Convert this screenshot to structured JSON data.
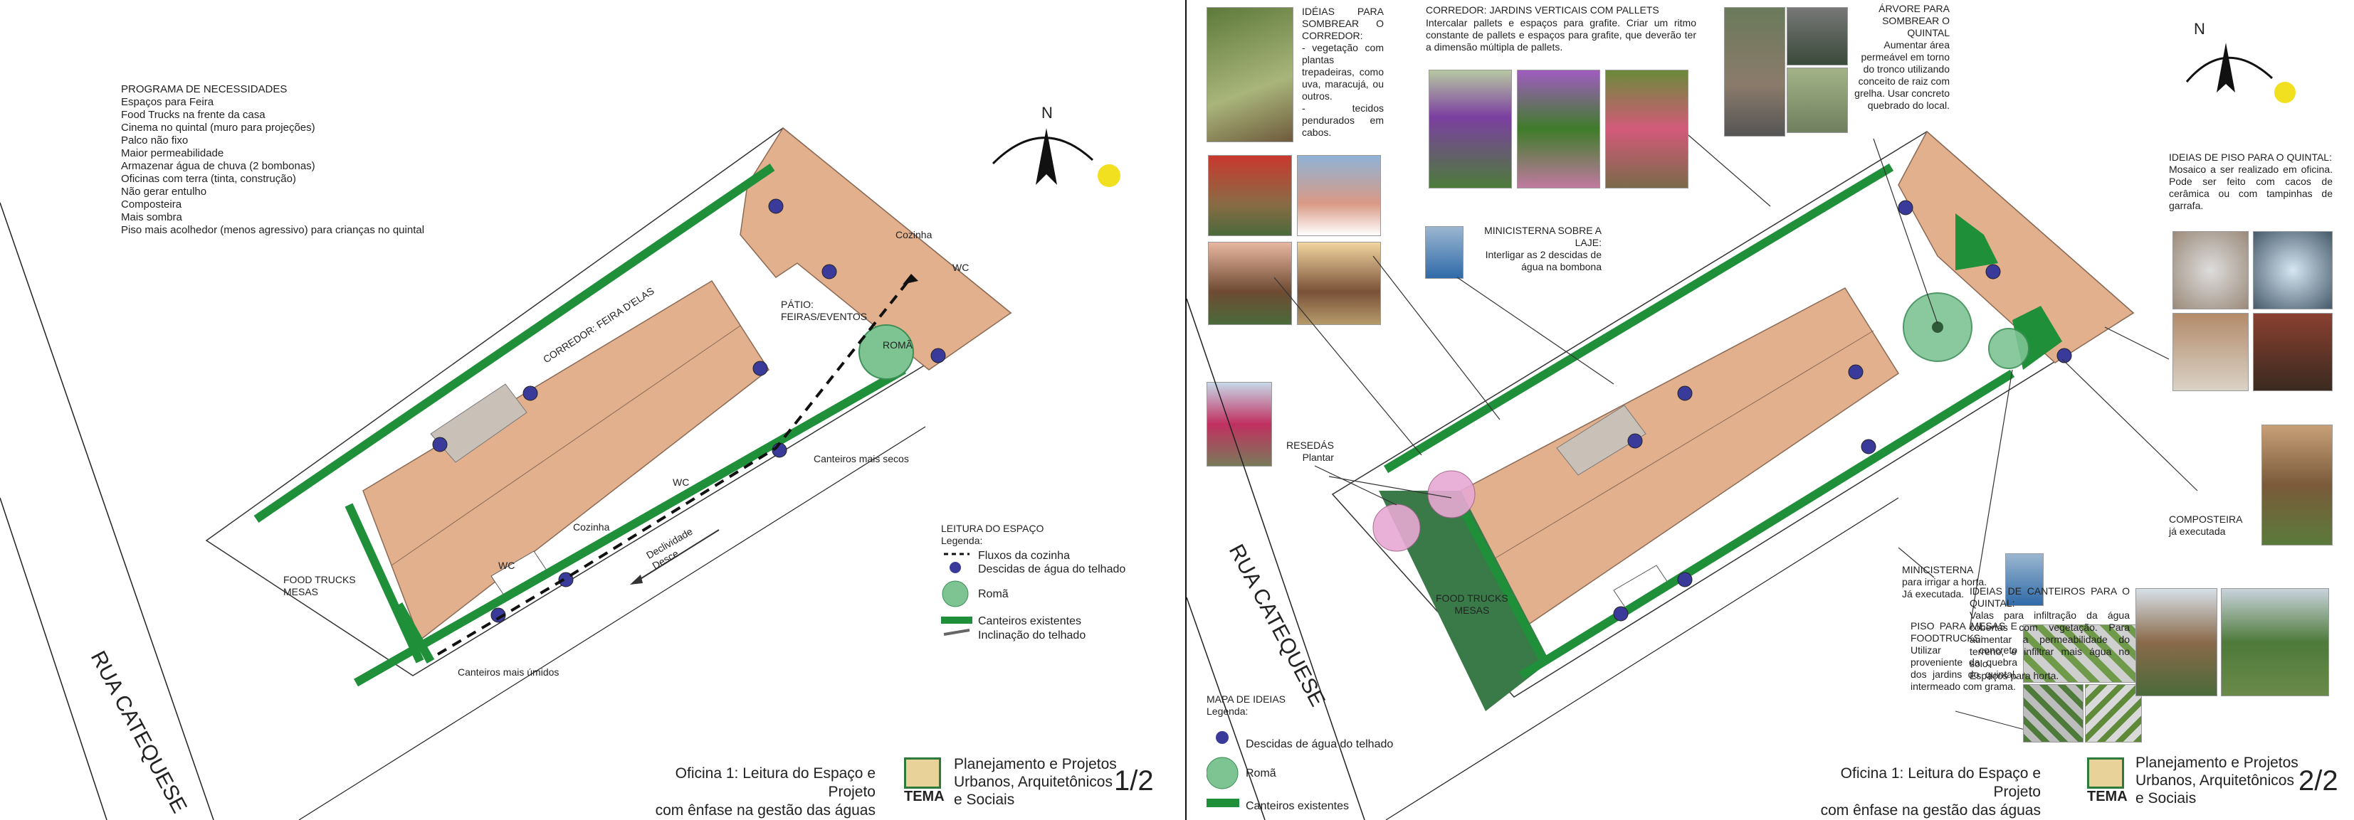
{
  "colors": {
    "building": "#e3b08e",
    "building_stroke": "#8a6a55",
    "green_bed": "#1f8f3a",
    "dark_green": "#3a7a48",
    "pomegranate": "#7ec493",
    "pomegranate_stroke": "#3b8f57",
    "downspout": "#3a3a9a",
    "sun": "#f0e020",
    "gray_block": "#c9c1b8",
    "reseda": "#e7a9d3"
  },
  "sheet1": {
    "program_title": "PROGRAMA DE NECESSIDADES",
    "program_items": [
      "Espaços para Feira",
      "Food Trucks na frente da casa",
      "Cinema no quintal (muro para projeções)",
      "Palco não fixo",
      "Maior permeabilidade",
      "Armazenar água de chuva (2 bombonas)",
      "Oficinas com terra (tinta, construção)",
      "Não gerar entulho",
      "Composteira",
      "Mais sombra",
      "Piso mais acolhedor (menos agressivo) para crianças no quintal"
    ],
    "north": "N",
    "street": "RUA CATEQUESE",
    "labels": {
      "corredor": "CORREDOR: FEIRA D'ELAS",
      "cozinha_top": "Cozinha",
      "wc_top": "WC",
      "patio": "PÁTIO:\nFEIRAS/EVENTOS",
      "roma": "ROMÃ",
      "canteiros_secos": "Canteiros mais secos",
      "wc_mid": "WC",
      "cozinha_mid": "Cozinha",
      "wc_bottom": "WC",
      "declividade": "Declividade\nDesce",
      "food_trucks": "FOOD TRUCKS\nMESAS",
      "canteiros_umidos": "Canteiros mais úmidos"
    },
    "legend": {
      "title": "LEITURA DO ESPAÇO",
      "subtitle": "Legenda:",
      "items": [
        "Fluxos da cozinha",
        "Descidas de água do telhado",
        "Romã",
        "Canteiros existentes",
        "Inclinação do telhado"
      ]
    },
    "footer_title": "Oficina 1: Leitura do Espaço e Projeto\ncom ênfase na gestão das águas",
    "footer_org": "Planejamento e Projetos\nUrbanos, Arquitetônicos\ne Sociais",
    "logo": "TEMA",
    "page": "1/2"
  },
  "sheet2": {
    "sombrear": "IDÉIAS PARA SOMBREAR O CORREDOR:\n- vegetação com plantas trepadeiras, como uva, maracujá, ou outros.\n- tecidos pendurados em cabos.",
    "corredor_title": "CORREDOR: JARDINS VERTICAIS COM PALLETS",
    "corredor_text": "Intercalar pallets e espaços para grafite. Criar um ritmo constante de pallets e espaços para grafite, que deverão ter a dimensão múltipla de pallets.",
    "arvore": "ÁRVORE PARA SOMBREAR O QUINTAL\nAumentar área permeável em torno do tronco utilizando conceito de raiz com grelha. Usar concreto quebrado do local.",
    "north": "N",
    "piso_quintal": "IDEIAS DE PISO PARA O QUINTAL:\nMosaico a ser realizado em oficina. Pode ser feito com cacos de cerâmica ou com tampinhas de garrafa.",
    "minicisterna_laje": "MINICISTERNA SOBRE A LAJE:\nInterligar as 2 descidas de água na bombona",
    "resedas": "RESEDÁS\nPlantar",
    "street": "RUA CATEQUESE",
    "food_trucks": "FOOD TRUCKS\nMESAS",
    "minicisterna": "MINICISTERNA\npara irrigar a horta.\nJá executada.",
    "piso_mesas": "PISO PARA MESAS E FOODTRUCKS:\nUtilizar concreto proveniente da quebra dos jardins do quintal, intermeado com grama.",
    "canteiros": "IDEIAS DE CANTEIROS PARA O QUINTAL:\nValas para infiltração da água cobertas com vegetação. Para aumentar a permeabilidade do terreno, e infiltrar mais água no solo.\nEspaços para horta.",
    "composteira": "COMPOSTEIRA\njá executada",
    "legend": {
      "title": "MAPA DE IDEIAS",
      "subtitle": "Legenda:",
      "items": [
        "Descidas de água do telhado",
        "Romã",
        "Canteiros existentes"
      ]
    },
    "footer_title": "Oficina 1: Leitura do Espaço e Projeto\ncom ênfase na gestão das águas",
    "footer_org": "Planejamento e Projetos\nUrbanos, Arquitetônicos\ne Sociais",
    "logo": "TEMA",
    "page": "2/2"
  }
}
